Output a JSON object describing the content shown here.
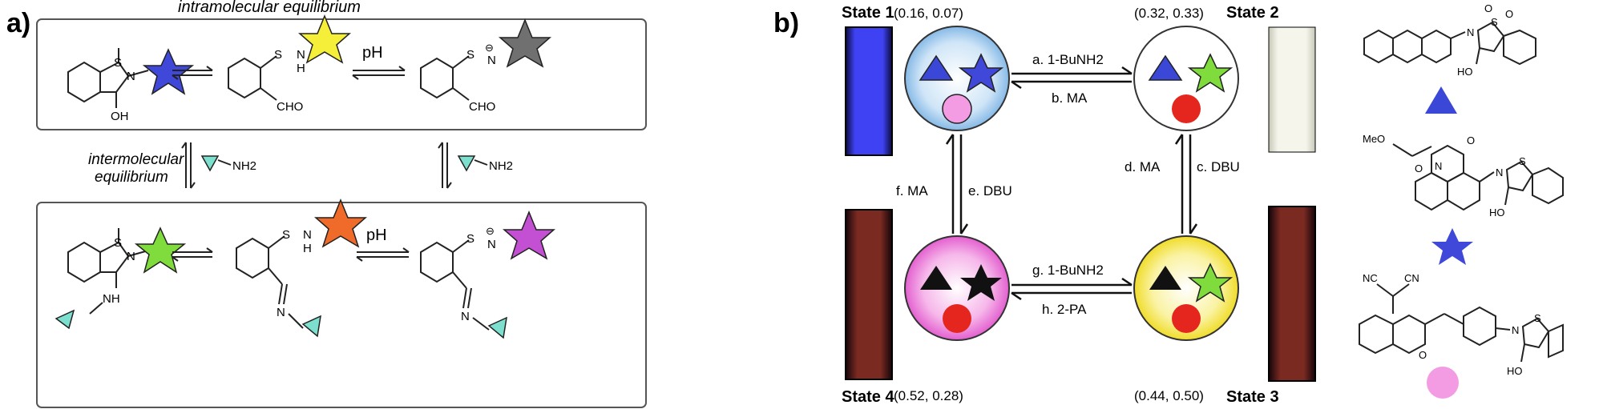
{
  "panel_a": {
    "label": "a)",
    "intramolecular": "intramolecular equilibrium",
    "intermolecular_1": "intermolecular",
    "intermolecular_2": "equilibrium",
    "ph_top": "pH",
    "ph_bottom": "pH",
    "nh2_left": "NH2",
    "nh2_right": "NH2",
    "atoms": {
      "s": "S",
      "o": "O",
      "n": "N",
      "oh": "OH",
      "nh": "NH",
      "h": "H",
      "cho": "CHO",
      "neg": "⊖"
    }
  },
  "panel_b": {
    "label": "b)",
    "state1": "State 1",
    "state2": "State 2",
    "state3": "State 3",
    "state4": "State 4",
    "coord1": "(0.16, 0.07)",
    "coord2": "(0.32, 0.33)",
    "coord3": "(0.44, 0.50)",
    "coord4": "(0.52, 0.28)",
    "arrow_a": "a. 1-BuNH2",
    "arrow_b": "b. MA",
    "arrow_c": "c. DBU",
    "arrow_d": "d. MA",
    "arrow_e": "e. DBU",
    "arrow_f": "f. MA",
    "arrow_g": "g. 1-BuNH2",
    "arrow_h": "h. 2-PA",
    "legend_atoms": {
      "meo": "MeO",
      "nc1": "NC",
      "cn": "CN",
      "o": "O",
      "n": "N",
      "s": "S",
      "ho": "HO"
    }
  },
  "colors": {
    "blue_star": "#3f48d8",
    "yellow_star": "#f5ef3a",
    "gray_star": "#707070",
    "green_star": "#7fdc3c",
    "orange_star": "#f06a2a",
    "magenta_star": "#c34fd3",
    "cyan_amine": "#7de0cf",
    "triangle_blue": "#3b47d6",
    "red_circle": "#e5261f",
    "pink_circle": "#f39be3"
  }
}
